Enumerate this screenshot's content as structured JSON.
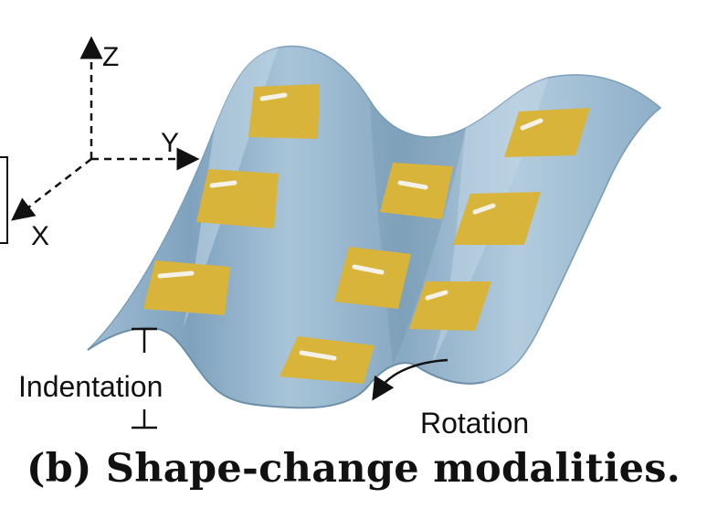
{
  "figure": {
    "caption": "(b) Shape-change modalities.",
    "axes": {
      "z_label": "Z",
      "y_label": "Y",
      "x_label": "X"
    },
    "annotations": {
      "indentation": "Indentation",
      "rotation": "Rotation"
    },
    "colors": {
      "surface_main": "#8FB0C9",
      "surface_light": "#B8D0E2",
      "surface_dark": "#6E92AD",
      "surface_edge": "#9DBAD0",
      "patch": "#D8B43A",
      "patch_highlight": "#F4F2E8",
      "ink": "#111111"
    }
  }
}
